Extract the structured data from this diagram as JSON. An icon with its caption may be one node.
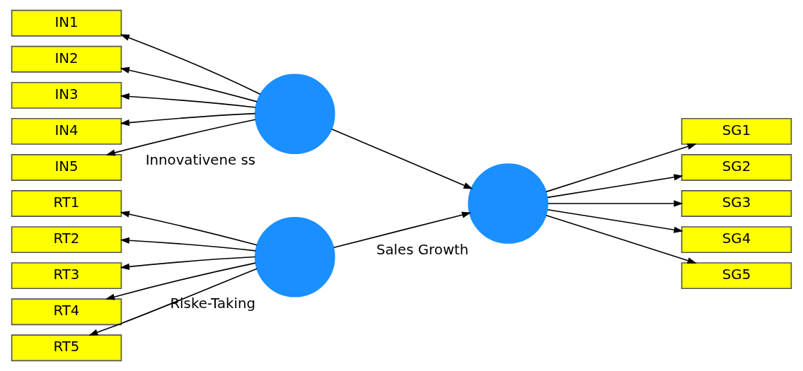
{
  "diagram": {
    "nodes": [
      {
        "text": [
          "RT1"
        ]
      },
      {
        "text": [
          "RT2"
        ]
      },
      {
        "text": [
          "RT3"
        ]
      },
      {
        "text": [
          "RT4"
        ]
      },
      {
        "text": [
          "RT5"
        ]
      },
      {
        "text": [
          "Riske-Taking"
        ]
      },
      {
        "text": [
          "IN1"
        ]
      },
      {
        "text": [
          "IN2"
        ]
      },
      {
        "text": [
          "IN3"
        ]
      },
      {
        "text": [
          "IN4"
        ]
      },
      {
        "text": [
          "IN5"
        ]
      },
      {
        "text": [
          "Innovativene ss"
        ]
      },
      {
        "text": [
          "Sales Growth"
        ]
      },
      {
        "text": [
          "SG1"
        ]
      },
      {
        "text": [
          "SG2"
        ]
      },
      {
        "text": [
          "SG3"
        ]
      },
      {
        "text": [
          "SG4"
        ]
      },
      {
        "text": [
          "SG5"
        ]
      }
    ],
    "edges": [
      {
        "from": 5,
        "to": 0,
        "arrow": "to"
      },
      {
        "from": 5,
        "to": 1,
        "arrow": "to"
      },
      {
        "from": 5,
        "to": 2,
        "arrow": "to"
      },
      {
        "from": 5,
        "to": 3,
        "arrow": "to"
      },
      {
        "from": 5,
        "to": 4,
        "arrow": "to"
      },
      {
        "from": 11,
        "to": 6,
        "arrow": "to"
      },
      {
        "from": 11,
        "to": 7,
        "arrow": "to"
      },
      {
        "from": 11,
        "to": 8,
        "arrow": "to"
      },
      {
        "from": 11,
        "to": 9,
        "arrow": "to"
      },
      {
        "from": 11,
        "to": 10,
        "arrow": "to"
      },
      {
        "from": 5,
        "to": 12,
        "arrow": "to"
      },
      {
        "from": 11,
        "to": 12,
        "arrow": "to"
      },
      {
        "from": 12,
        "to": 13,
        "arrow": "to"
      },
      {
        "from": 12,
        "to": 14,
        "arrow": "to"
      },
      {
        "from": 12,
        "to": 15,
        "arrow": "to"
      },
      {
        "from": 12,
        "to": 16,
        "arrow": "to"
      },
      {
        "from": 12,
        "to": 17,
        "arrow": "to"
      }
    ]
  }
}
